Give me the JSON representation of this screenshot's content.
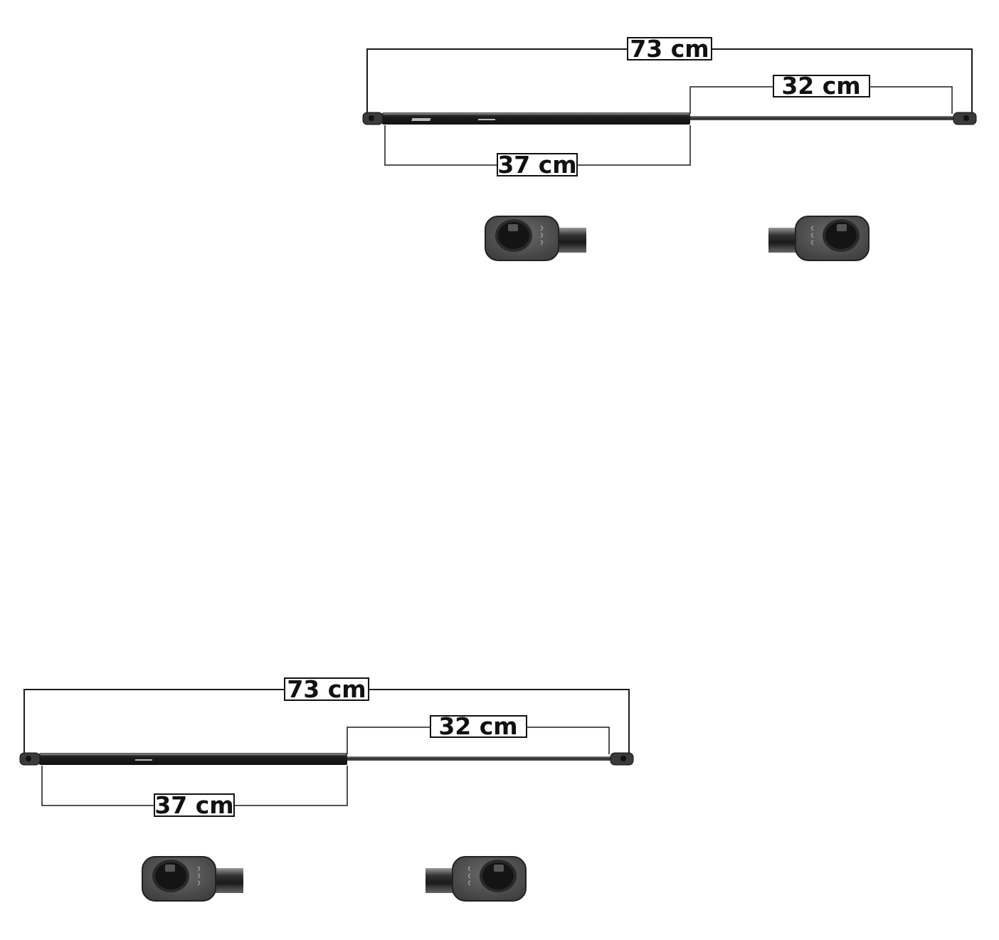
{
  "products": [
    {
      "dimensions": {
        "total_length": "73 cm",
        "rod_length": "32 cm",
        "body_length": "37 cm"
      }
    },
    {
      "dimensions": {
        "total_length": "73 cm",
        "rod_length": "32 cm",
        "body_length": "37 cm"
      }
    }
  ],
  "colors": {
    "line": "#1a1a1a",
    "cylinder": "#2b2b2b",
    "fitting": "#3a3a3a"
  }
}
